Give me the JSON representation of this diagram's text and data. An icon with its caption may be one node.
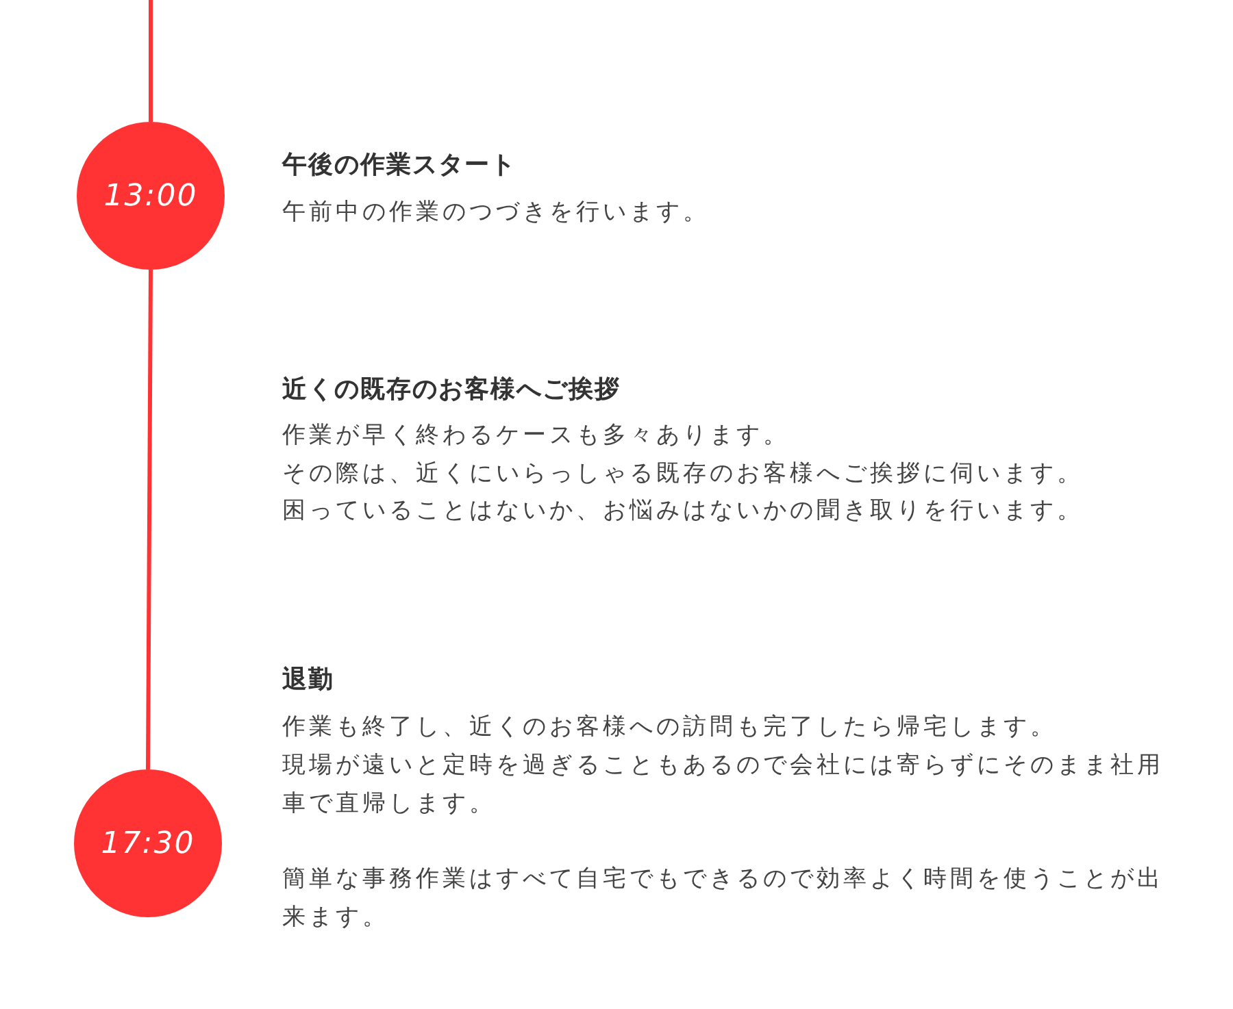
{
  "diagram": {
    "nodes": [
      {
        "text": [
          "13:00"
        ]
      },
      {
        "text": [
          "17:30"
        ]
      }
    ],
    "edges": [
      {
        "from": null,
        "to": 0,
        "arrow": "none"
      },
      {
        "from": 0,
        "to": 1,
        "arrow": "none"
      }
    ],
    "labels": [
      "午後の作業スタート",
      "午前中の作業のつづきを行います。",
      "近くの既存のお客様へご挨拶",
      "作業が早く終わるケースも多々あります。",
      "その際は、近くにいらっしゃる既存のお客様へご挨拶に伺います。",
      "困っていることはないか、お悩みはないかの聞き取りを行います。",
      "退勤",
      "作業も終了し、近くのお客様への訪問も完了したら帰宅します。",
      "現場が遠いと定時を過ぎることもあるので会社には寄らずにそのまま社用車で直帰します。",
      "簡単な事務作業はすべて自宅でもできるので効率よく時間を使うことが出来ます。"
    ]
  }
}
